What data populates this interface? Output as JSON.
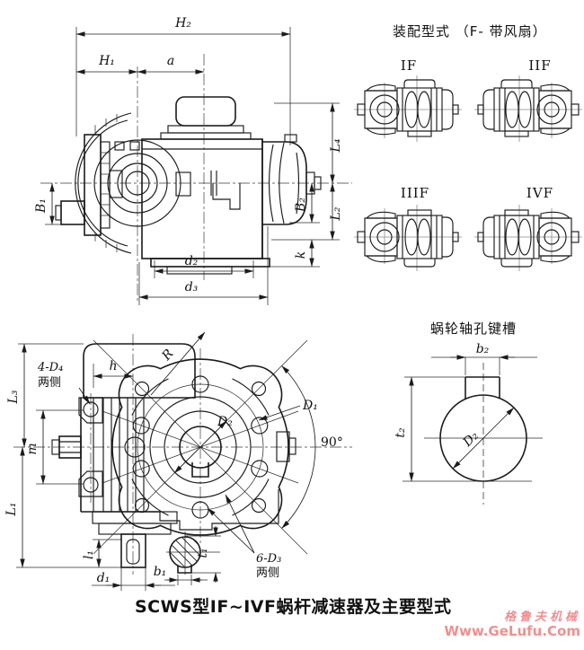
{
  "page": {
    "bg": "#ffffff",
    "ink": "#1b1b1b",
    "watermark_color": "#f08f8f"
  },
  "assembly": {
    "title": "装配型式 （F- 带风扇）",
    "variants": [
      {
        "label": "IF"
      },
      {
        "label": "IIF"
      },
      {
        "label": "IIIF"
      },
      {
        "label": "IVF"
      }
    ]
  },
  "side_view": {
    "labels": {
      "H2": "H₂",
      "H1": "H₁",
      "a": "a",
      "L4": "L₄",
      "B1": "B₁",
      "B2": "B₂",
      "L2": "L₂",
      "k": "k",
      "d2": "d₂",
      "d3": "d₃"
    }
  },
  "front_view": {
    "labels": {
      "holes4": "4-D₄",
      "holes4_note": "两侧",
      "h": "h",
      "R": "R",
      "L3": "L₃",
      "m": "m",
      "L1": "L₁",
      "D2": "D₂",
      "D1": "D₁",
      "angle": "90°",
      "l1": "l₁",
      "d1": "d₁",
      "b1": "b₁",
      "t1": "t₁",
      "holes6": "6-D₃",
      "holes6_note": "两侧"
    }
  },
  "keyway": {
    "title": "蜗轮轴孔键槽",
    "labels": {
      "b2": "b₂",
      "t2": "t₂",
      "D2": "D₂"
    }
  },
  "caption": "SCWS型IF~IVF蜗杆减速器及主要型式",
  "watermark": {
    "line1": "格鲁夫机械",
    "line2": "Www.GeLufu.Com"
  }
}
